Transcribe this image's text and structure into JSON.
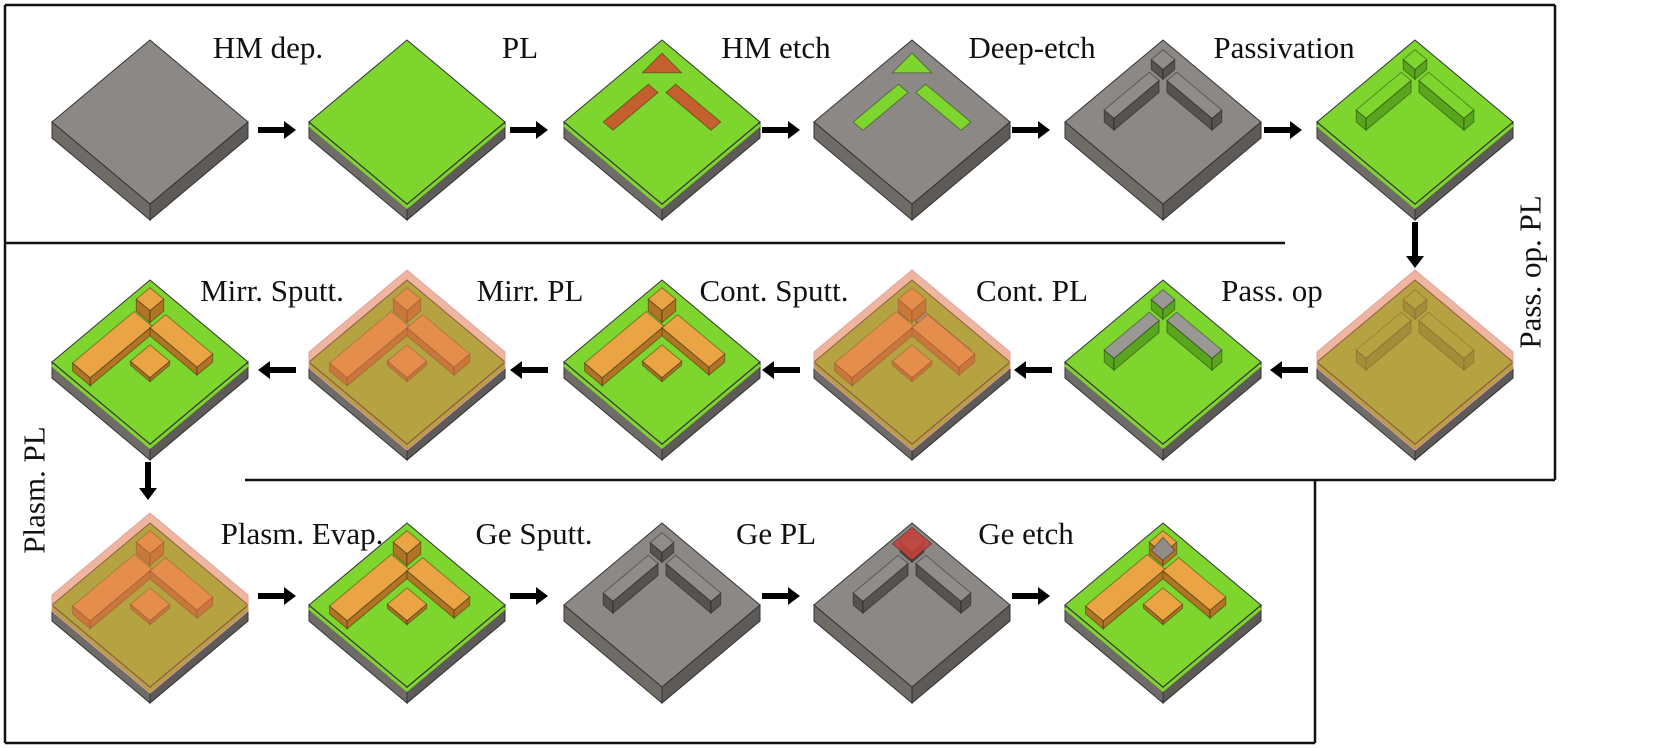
{
  "colors": {
    "substrate_gray": "#8b8885",
    "green": "#7ed52e",
    "hard_mask": "#c4602e",
    "resist_overlay": "#e07a50",
    "metal": "#eaa444",
    "germanium": "#8f8c89",
    "ge_resist": "#c8403a",
    "frame": "#111111"
  },
  "steps": [
    {
      "label": "HM dep."
    },
    {
      "label": "PL"
    },
    {
      "label": "HM etch"
    },
    {
      "label": "Deep-etch"
    },
    {
      "label": "Passivation"
    },
    {
      "label": "Pass. op. PL"
    },
    {
      "label": "Pass. op"
    },
    {
      "label": "Cont. PL"
    },
    {
      "label": "Cont. Sputt."
    },
    {
      "label": "Mirr. PL"
    },
    {
      "label": "Mirr. Sputt."
    },
    {
      "label": "Plasm. PL"
    },
    {
      "label": "Plasm. Evap."
    },
    {
      "label": "Ge Sputt."
    },
    {
      "label": "Ge PL"
    },
    {
      "label": "Ge etch"
    }
  ],
  "tiles": [
    {
      "surface": "gray",
      "features": []
    },
    {
      "surface": "green",
      "features": []
    },
    {
      "surface": "green",
      "features": [
        "hm"
      ]
    },
    {
      "surface": "gray",
      "features": [
        "holes"
      ]
    },
    {
      "surface": "gray",
      "features": [
        "ridges-gray"
      ]
    },
    {
      "surface": "green",
      "features": [
        "ridges-green"
      ]
    },
    {
      "surface": "green",
      "features": [
        "ridges-green",
        "overlay"
      ]
    },
    {
      "surface": "green",
      "features": [
        "ridges-open"
      ]
    },
    {
      "surface": "green",
      "features": [
        "ridges-open",
        "metal-contact",
        "overlay"
      ]
    },
    {
      "surface": "green",
      "features": [
        "metal"
      ]
    },
    {
      "surface": "green",
      "features": [
        "metal",
        "overlay"
      ]
    },
    {
      "surface": "green",
      "features": [
        "metal"
      ]
    },
    {
      "surface": "green",
      "features": [
        "metal",
        "overlay"
      ]
    },
    {
      "surface": "green",
      "features": [
        "metal"
      ]
    },
    {
      "surface": "gray",
      "features": [
        "ridges-gray"
      ]
    },
    {
      "surface": "gray",
      "features": [
        "ridges-gray",
        "ge-resist"
      ]
    },
    {
      "surface": "green",
      "features": [
        "metal",
        "ge-cap"
      ]
    }
  ]
}
